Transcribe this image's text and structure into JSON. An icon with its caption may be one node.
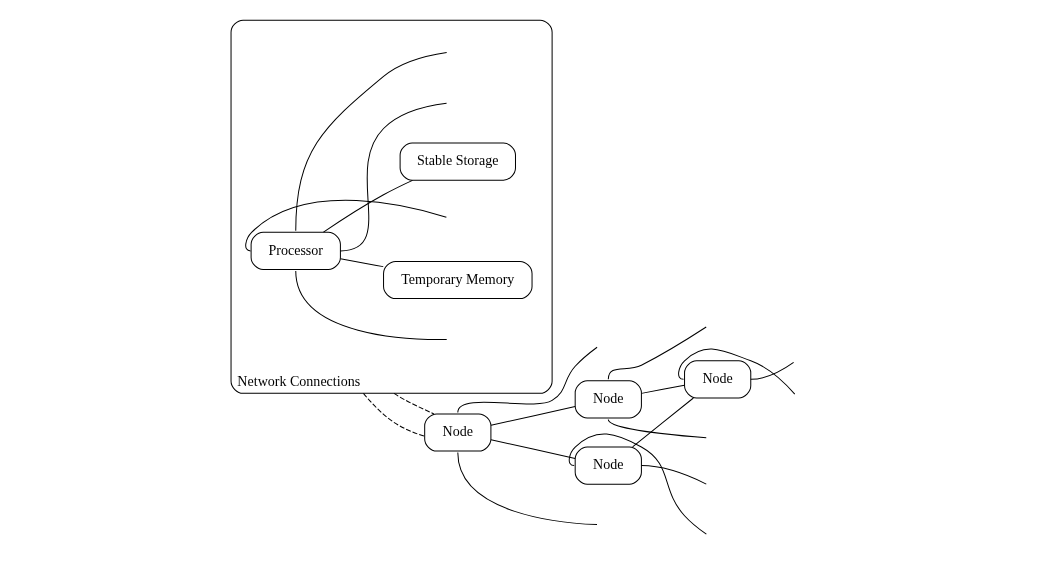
{
  "diagram": {
    "nodes": [
      {
        "text": [
          "Network Connections"
        ]
      },
      {
        "text": [
          "Processor"
        ],
        "in": 0
      },
      {
        "text": [
          "Temporary Memory"
        ],
        "in": 0
      },
      {
        "text": [
          "Stable Storage"
        ],
        "in": 0
      },
      {
        "text": [
          "Node"
        ]
      },
      {
        "text": [
          "Node"
        ]
      },
      {
        "text": [
          "Node"
        ]
      },
      {
        "text": [
          "Node"
        ]
      }
    ],
    "edges": [
      {
        "from": 1,
        "to": 2,
        "arrow": "none"
      },
      {
        "from": 1,
        "to": 3,
        "arrow": "none"
      },
      {
        "from": 1,
        "to": null,
        "arrow": "none"
      },
      {
        "from": 1,
        "to": null,
        "arrow": "none"
      },
      {
        "from": 1,
        "to": null,
        "arrow": "none"
      },
      {
        "from": 1,
        "to": null,
        "arrow": "none"
      },
      {
        "from": 0,
        "to": 4,
        "arrow": "none",
        "style": "dashed"
      },
      {
        "from": 0,
        "to": 4,
        "arrow": "none",
        "style": "dashed"
      },
      {
        "from": 4,
        "to": 5,
        "arrow": "none"
      },
      {
        "from": 4,
        "to": 6,
        "arrow": "none"
      },
      {
        "from": 5,
        "to": 7,
        "arrow": "none"
      },
      {
        "from": 6,
        "to": 7,
        "arrow": "none"
      },
      {
        "from": 4,
        "to": null,
        "arrow": "none"
      },
      {
        "from": 4,
        "to": null,
        "arrow": "none"
      },
      {
        "from": 5,
        "to": null,
        "arrow": "none"
      },
      {
        "from": 5,
        "to": null,
        "arrow": "none"
      },
      {
        "from": 6,
        "to": null,
        "arrow": "none"
      },
      {
        "from": 6,
        "to": null,
        "arrow": "none"
      },
      {
        "from": 7,
        "to": null,
        "arrow": "none"
      },
      {
        "from": 7,
        "to": null,
        "arrow": "none"
      }
    ]
  }
}
